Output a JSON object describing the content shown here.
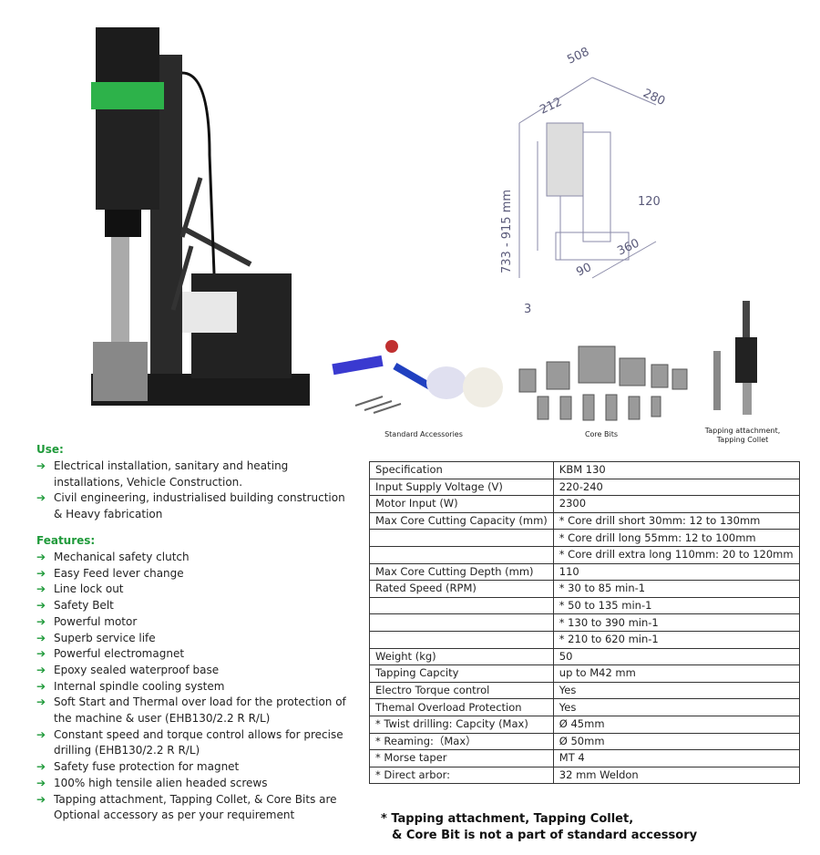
{
  "images": {
    "accessories_caption": "Standard Accessories",
    "core_bits_caption": "Core Bits",
    "tapping_caption": "Tapping attachment, Tapping Collet"
  },
  "dimensions": {
    "d1": "508",
    "d2": "280",
    "d3": "212",
    "d4": "120",
    "d5": "360",
    "d6": "90",
    "d7": "733 - 915 mm",
    "d8": "3"
  },
  "use": {
    "title": "Use:",
    "items": [
      "Electrical installation, sanitary and heating installations, Vehicle Construction.",
      "Civil engineering, industrialised building construction & Heavy fabrication"
    ]
  },
  "features": {
    "title": "Features:",
    "items": [
      "Mechanical safety clutch",
      "Easy Feed lever change",
      "Line lock out",
      "Safety Belt",
      "Powerful motor",
      "Superb service life",
      "Powerful electromagnet",
      "Epoxy sealed waterproof base",
      "Internal spindle cooling system",
      "Soft Start and Thermal over load for the protection of the machine & user (EHB130/2.2 R R/L)",
      "Constant speed and torque control allows for precise drilling (EHB130/2.2 R R/L)",
      "Safety fuse protection for magnet",
      "100% high tensile alien headed screws",
      "Tapping attachment, Tapping Collet, &  Core Bits are Optional accessory as per   your requirement"
    ]
  },
  "spec_table": [
    [
      "Specification",
      "KBM 130"
    ],
    [
      "Input Supply Voltage (V)",
      "220-240"
    ],
    [
      "Motor Input (W)",
      "2300"
    ],
    [
      "Max Core Cutting Capacity (mm)",
      "* Core drill short 30mm: 12 to 130mm"
    ],
    [
      "",
      "* Core drill long 55mm: 12 to 100mm"
    ],
    [
      "",
      "* Core drill extra long 110mm: 20 to 120mm"
    ],
    [
      "Max Core Cutting Depth (mm)",
      "110"
    ],
    [
      "Rated Speed (RPM)",
      "* 30 to 85 min-1"
    ],
    [
      "",
      "* 50 to 135 min-1"
    ],
    [
      "",
      "* 130 to 390 min-1"
    ],
    [
      "",
      "* 210 to 620 min-1"
    ],
    [
      "Weight (kg)",
      "50"
    ],
    [
      "Tapping Capcity",
      "up to M42 mm"
    ],
    [
      "Electro Torque control",
      "Yes"
    ],
    [
      "Themal Overload Protection",
      "Yes"
    ],
    [
      "* Twist drilling: Capcity (Max)",
      "Ø 45mm"
    ],
    [
      "* Reaming:（Max）",
      "Ø 50mm"
    ],
    [
      "* Morse taper",
      "MT 4"
    ],
    [
      "* Direct arbor:",
      "32 mm Weldon"
    ]
  ],
  "note": {
    "line1": "* Tapping attachment, Tapping Collet,",
    "line2": "& Core Bit is not a part of standard accessory"
  },
  "colors": {
    "accent_green": "#1f9a3a",
    "machine_green": "#2db24a"
  }
}
